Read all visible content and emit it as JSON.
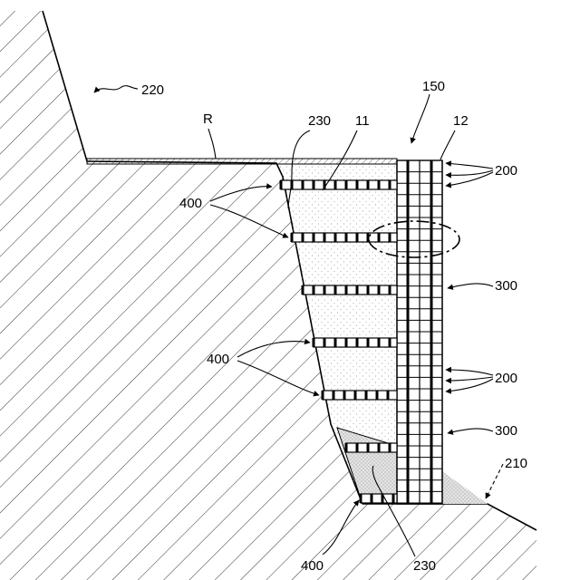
{
  "labels": {
    "ground_ref": "220",
    "road_ref": "R",
    "boundary_ref_top": "230",
    "fill_ref": "11",
    "facing_ref": "150",
    "wall_ref": "12",
    "connector_ref_upper": "200",
    "connector_ref_lower": "200",
    "anchor_ref_upper": "400",
    "anchor_ref_middle": "400",
    "anchor_ref_bottom": "400",
    "panel_ref_upper": "300",
    "panel_ref_lower": "300",
    "toe_ref": "210",
    "boundary_ref_bottom": "230"
  },
  "colors": {
    "line": "#000000",
    "fill_dots": "#9a9a9a",
    "toe_fill": "#d9d9d9",
    "background": "#ffffff"
  }
}
